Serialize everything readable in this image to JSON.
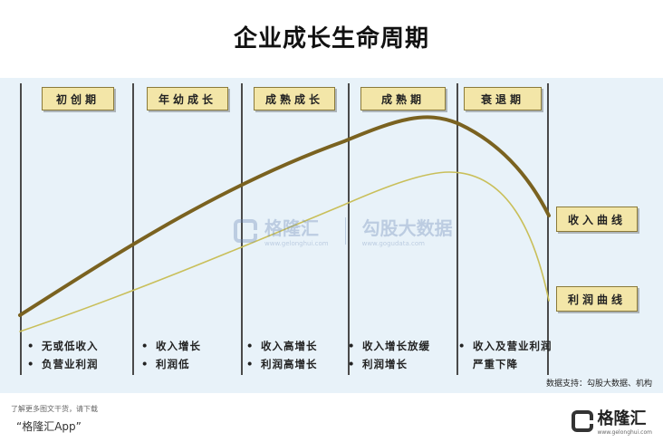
{
  "title": "企业成长生命周期",
  "stages": [
    "初创期",
    "年幼成长",
    "成熟成长",
    "成熟期",
    "衰退期"
  ],
  "curves": {
    "revenue_label": "收入曲线",
    "profit_label": "利润曲线",
    "revenue_color": "#7a6220",
    "profit_color": "#c9bf5a"
  },
  "notes": [
    [
      "无或低收入",
      "负营业利润"
    ],
    [
      "收入增长",
      "利润低"
    ],
    [
      "收入高增长",
      "利润高增长"
    ],
    [
      "收入增长放缓",
      "利润增长"
    ],
    [
      "收入及营业利润严重下降"
    ]
  ],
  "bullet": "•",
  "source": "数据支持：勾股大数据、机构",
  "watermark": {
    "brand": "格隆汇",
    "brand_url": "www.gelonghui.com",
    "partner": "勾股大数据",
    "partner_url": "www.gogudata.com"
  },
  "footer": {
    "tip": "了解更多图文干货，请下载",
    "app": "“格隆汇App”",
    "brand": "格隆汇",
    "brand_url": "www.gelonghui.com"
  }
}
